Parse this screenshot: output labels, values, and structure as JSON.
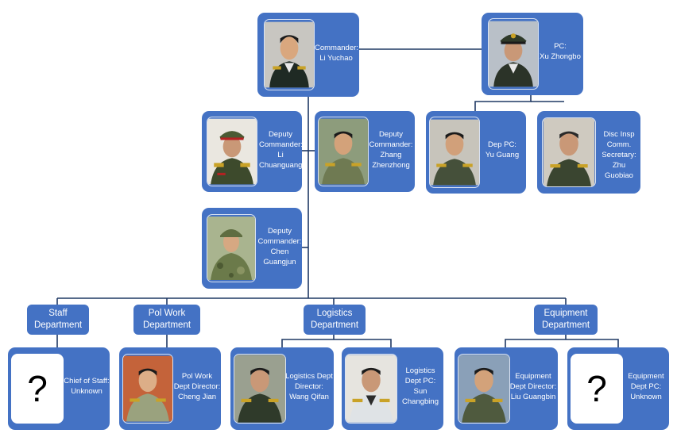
{
  "colors": {
    "box": "#4472c4",
    "line": "#1f3864",
    "text": "#ffffff"
  },
  "leaders": {
    "commander": "Commander:\nLi Yuchao",
    "pc": "PC:\nXu Zhongbo",
    "deputy_li": "Deputy\nCommander:\nLi\nChuanguang",
    "deputy_zhang": "Deputy\nCommander:\nZhang\nZhenzhong",
    "dep_pc": "Dep PC:\nYu Guang",
    "disc_insp": "Disc Insp\nComm.\nSecretary:\nZhu Guobiao",
    "deputy_chen": "Deputy\nCommander:\nChen\nGuangjun"
  },
  "departments": [
    {
      "label": "Staff\nDepartment"
    },
    {
      "label": "Pol Work\nDepartment"
    },
    {
      "label": "Logistics\nDepartment"
    },
    {
      "label": "Equipment\nDepartment"
    }
  ],
  "officials": {
    "chief_of_staff": "Chief of Staff:\nUnknown",
    "pol_work_director": "Pol Work\nDept Director:\nCheng Jian",
    "logistics_director": "Logistics Dept\nDirector:\nWang Qifan",
    "logistics_pc": "Logistics\nDept PC:\nSun\nChangbing",
    "equipment_director": "Equipment\nDept Director:\nLiu Guangbin",
    "equipment_pc": "Equipment\nDept PC:\nUnknown"
  },
  "unknown_mark": "?"
}
